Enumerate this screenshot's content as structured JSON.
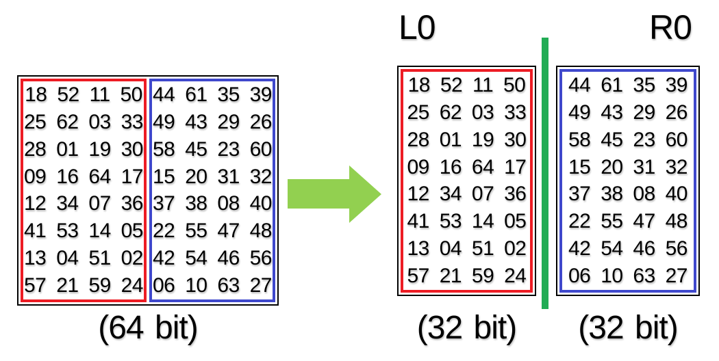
{
  "left_block": {
    "caption": "(64 bit)",
    "red_half_rows": [
      "18 52 11 50",
      "25 62 03 33",
      "28 01 19 30",
      "09 16 64 17",
      "12 34 07 36",
      "41 53 14 05",
      "13 04 51 02",
      "57 21 59 24"
    ],
    "blue_half_rows": [
      "44 61 35 39",
      "49 43 29 26",
      "58 45 23 60",
      "15 20 31 32",
      "37 38 08 40",
      "22 55 47 48",
      "42 54 46 56",
      "06 10 63 27"
    ]
  },
  "right": {
    "l0": {
      "title": "L0",
      "caption": "(32 bit)",
      "rows": [
        "18 52 11 50",
        "25 62 03 33",
        "28 01 19 30",
        "09 16 64 17",
        "12 34 07 36",
        "41 53 14 05",
        "13 04 51 02",
        "57 21 59 24"
      ]
    },
    "r0": {
      "title": "R0",
      "caption": "(32 bit)",
      "rows": [
        "44 61 35 39",
        "49 43 29 26",
        "58 45 23 60",
        "15 20 31 32",
        "37 38 08 40",
        "22 55 47 48",
        "42 54 46 56",
        "06 10 63 27"
      ]
    }
  },
  "colors": {
    "red": "#ed1c24",
    "blue": "#3f48cc",
    "arrow_green": "#92d050",
    "divider_green": "#22ac55"
  }
}
